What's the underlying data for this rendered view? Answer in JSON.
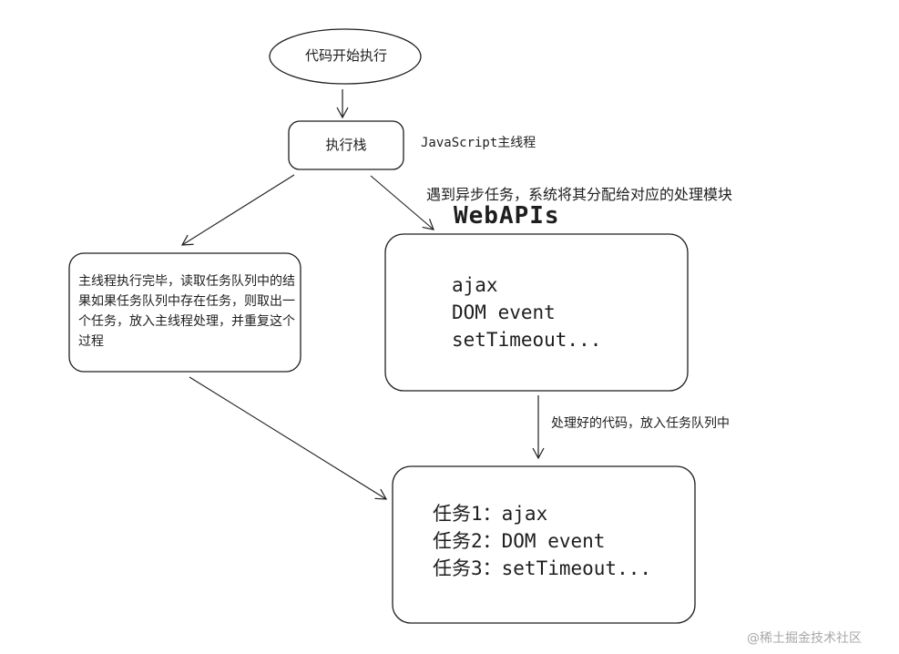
{
  "start_node": {
    "label": "代码开始执行"
  },
  "stack_node": {
    "label": "执行栈"
  },
  "js_thread_note": "JavaScript主线程",
  "dispatch_note": "遇到异步任务，系统将其分配给对应的处理模块",
  "webapis": {
    "title": "WebAPIs",
    "items": [
      "ajax",
      "DOM event",
      "setTimeout..."
    ]
  },
  "main_thread_box": {
    "text": "主线程执行完毕，读取任务队列中的结果如果任务队列中存在任务，则取出一个任务，放入主线程处理，并重复这个过程"
  },
  "queue_note": "处理好的代码，放入任务队列中",
  "task_queue": {
    "items": [
      "任务1：ajax",
      "任务2：DOM event",
      "任务3：setTimeout..."
    ]
  },
  "watermark": "@稀土掘金技术社区",
  "colors": {
    "stroke": "#1e1e1e",
    "watermark": "#a8a8a8"
  }
}
